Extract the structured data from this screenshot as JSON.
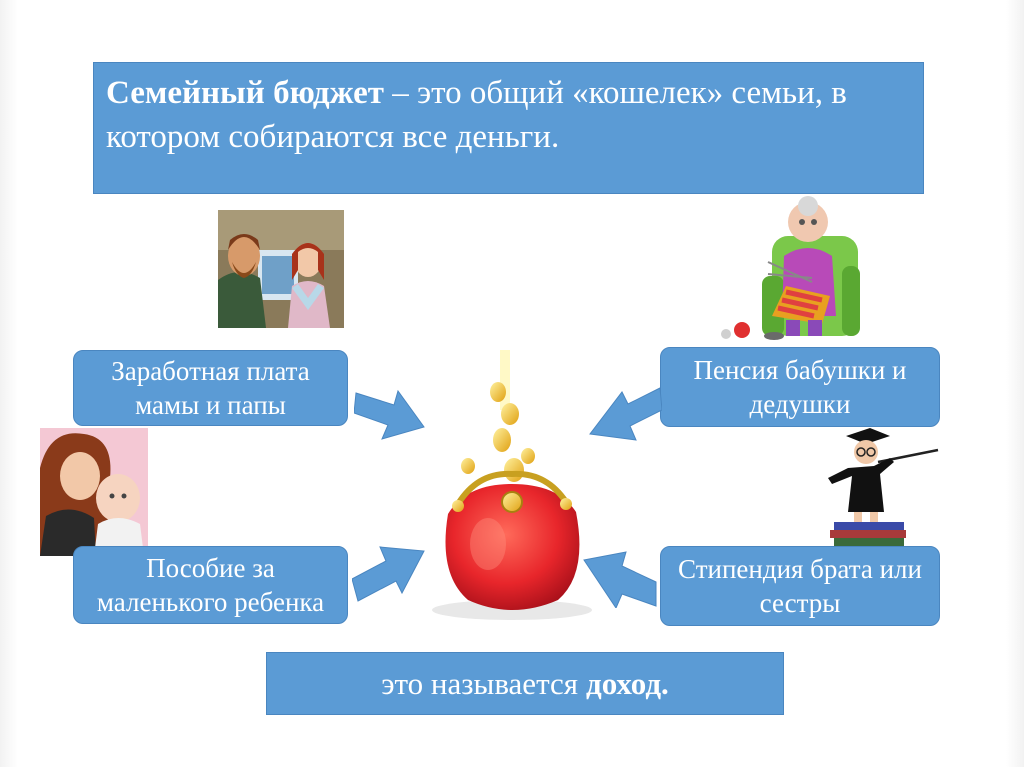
{
  "title": {
    "bold": "Семейный бюджет",
    "rest": " – это общий «кошелек» семьи, в котором собираются все деньги."
  },
  "sources": [
    {
      "line1": "Заработная плата",
      "line2": "мамы и папы"
    },
    {
      "line1": "Пенсия бабушки и",
      "line2": "дедушки"
    },
    {
      "line1": "Пособие за",
      "line2": "маленького ребенка"
    },
    {
      "line1": "Стипендия брата или",
      "line2": "сестры"
    }
  ],
  "footer": {
    "text": "это называется",
    "bold": "доход."
  },
  "colors": {
    "box_fill": "#5b9bd5",
    "arrow_fill": "#5b9bd5",
    "purse": "#e8262b"
  },
  "icons": [
    "parents-picture",
    "grandmother-knitting-picture",
    "mother-baby-picture",
    "student-graduate-picture",
    "red-purse-coins-picture"
  ]
}
